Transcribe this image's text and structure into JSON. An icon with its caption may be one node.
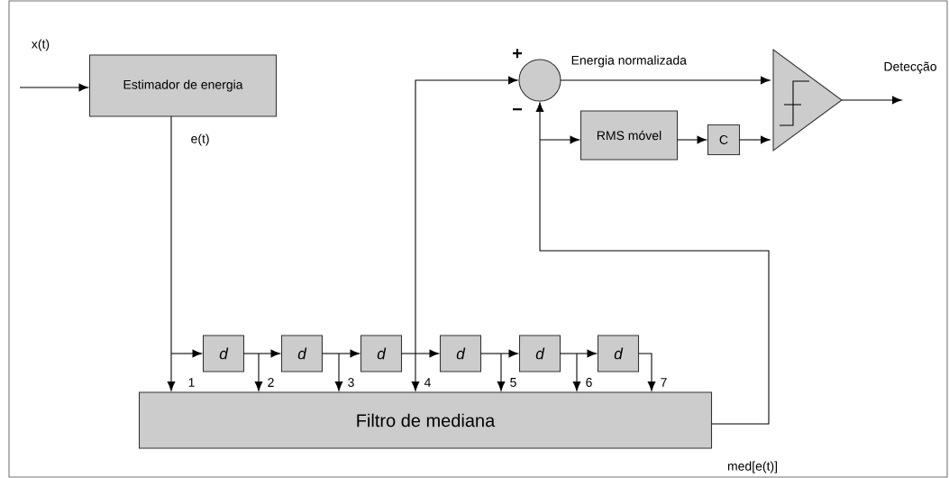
{
  "diagram": {
    "nodes": [
      {
        "text": [
          "Estimador de energia"
        ]
      },
      {
        "text": [],
        "shape": "circle"
      },
      {
        "text": [
          "RMS móvel"
        ]
      },
      {
        "text": [
          "C"
        ]
      },
      {
        "text": [],
        "shape": "triangle"
      },
      {
        "text": [
          "d"
        ]
      },
      {
        "text": [
          "d"
        ]
      },
      {
        "text": [
          "d"
        ]
      },
      {
        "text": [
          "d"
        ]
      },
      {
        "text": [
          "d"
        ]
      },
      {
        "text": [
          "d"
        ]
      },
      {
        "text": [
          "Filtro de mediana"
        ]
      }
    ],
    "edges": [
      {
        "from": null,
        "to": 0,
        "arrow": "to",
        "label": "x(t)"
      },
      {
        "from": 0,
        "to": 5,
        "arrow": "to",
        "label": "e(t)"
      },
      {
        "from": 0,
        "to": 11,
        "arrow": "to",
        "label": "1"
      },
      {
        "from": 5,
        "to": 6,
        "arrow": "to"
      },
      {
        "from": 6,
        "to": 7,
        "arrow": "to"
      },
      {
        "from": 7,
        "to": 8,
        "arrow": "to"
      },
      {
        "from": 8,
        "to": 9,
        "arrow": "to"
      },
      {
        "from": 9,
        "to": 10,
        "arrow": "to"
      },
      {
        "from": 5,
        "to": 11,
        "arrow": "to",
        "label": "2"
      },
      {
        "from": 6,
        "to": 11,
        "arrow": "to",
        "label": "3"
      },
      {
        "from": 7,
        "to": 11,
        "arrow": "to",
        "label": "4"
      },
      {
        "from": 8,
        "to": 11,
        "arrow": "to",
        "label": "5"
      },
      {
        "from": 9,
        "to": 11,
        "arrow": "to",
        "label": "6"
      },
      {
        "from": 10,
        "to": 11,
        "arrow": "to",
        "label": "7"
      },
      {
        "from": 7,
        "to": 1,
        "arrow": "to"
      },
      {
        "from": 1,
        "to": 4,
        "arrow": "to",
        "label": "Energia normalizada"
      },
      {
        "from": 11,
        "to": 1,
        "arrow": "to",
        "label": "med[e(t)]"
      },
      {
        "from": 11,
        "to": 2,
        "arrow": "to"
      },
      {
        "from": 2,
        "to": 3,
        "arrow": "to"
      },
      {
        "from": 3,
        "to": 4,
        "arrow": "to"
      },
      {
        "from": 4,
        "to": null,
        "arrow": "to",
        "label": "Detecção"
      }
    ],
    "labels": [
      "+",
      "−"
    ]
  }
}
